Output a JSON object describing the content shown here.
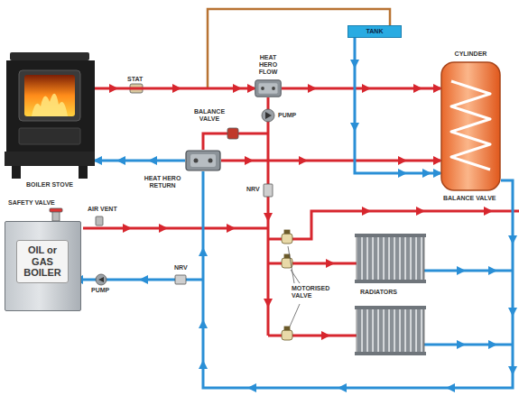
{
  "diagram": {
    "nodes": [
      {
        "text": [
          "BOILER STOVE"
        ]
      },
      {
        "text": [
          "TANK"
        ]
      },
      {
        "text": [
          "HEAT HERO FLOW"
        ]
      },
      {
        "text": [
          "CYLINDER"
        ]
      },
      {
        "text": [
          "HEAT HERO RETURN"
        ]
      },
      {
        "text": [
          "OIL or GAS BOILER"
        ]
      }
    ],
    "edges": [
      {
        "from": 0,
        "to": 2,
        "arrow": "to"
      },
      {
        "from": 2,
        "to": 3,
        "arrow": "to"
      },
      {
        "from": 4,
        "to": 0,
        "arrow": "to"
      },
      {
        "from": 4,
        "to": 3,
        "arrow": "to"
      },
      {
        "from": 1,
        "to": 3,
        "arrow": "to"
      }
    ],
    "labels": [
      "STAT",
      "PUMP",
      "BALANCE VALVE",
      "NRV",
      "BALANCE VALVE",
      "SAFETY VALVE",
      "AIR VENT",
      "PUMP",
      "NRV",
      "RADIATORS",
      "MOTORISED VALVE"
    ]
  }
}
